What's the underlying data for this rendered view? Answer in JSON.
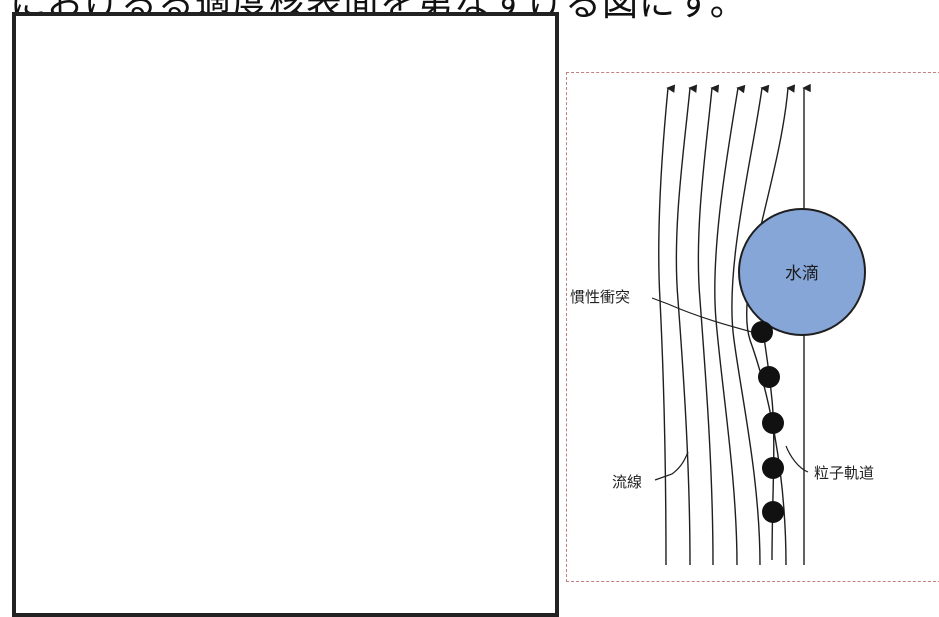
{
  "header": {
    "text": "におけるる適度核表面を第なすける図にす。"
  },
  "diagram": {
    "droplet_label": "水滴",
    "inertial_impaction_label": "慣性衝突",
    "streamline_label": "流線",
    "particle_trajectory_label": "粒子軌道",
    "colors": {
      "droplet_fill": "#86a6d8",
      "droplet_stroke": "#1f1f1f",
      "particle_fill": "#111111",
      "line": "#1f1f1f",
      "frame_border": "#c28080"
    }
  }
}
